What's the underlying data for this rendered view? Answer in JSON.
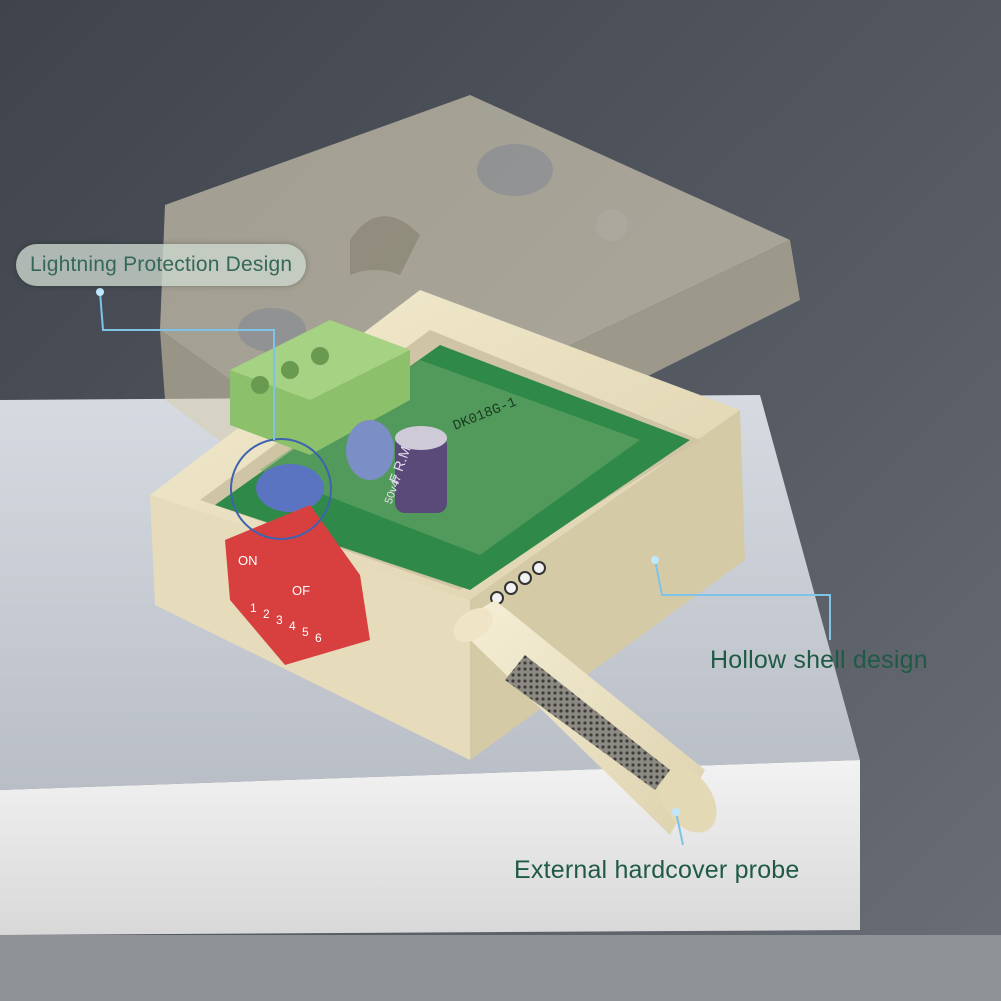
{
  "callouts": {
    "lightning": "Lightning Protection Design",
    "hollow_shell": "Hollow shell design",
    "probe": "External hardcover probe"
  },
  "board": {
    "silkscreen": "DK018G-1",
    "capacitor_text": "F R.M",
    "capacitor_rating": "50v47",
    "dip_on": "ON",
    "dip_off": "OF",
    "dip_numbers": [
      "1",
      "2",
      "3",
      "4",
      "5",
      "6"
    ]
  },
  "colors": {
    "wall": "#4f535b",
    "table_top": "#c9ced6",
    "table_side": "#e6e6e6",
    "shell": "#ece3c4",
    "pcb": "#2f8a4a",
    "terminal": "#8cc06a",
    "dip_switch": "#d84040",
    "varistor": "#5a74c2",
    "callout_line": "#7ec3e8",
    "label_text": "#1f5a45"
  }
}
